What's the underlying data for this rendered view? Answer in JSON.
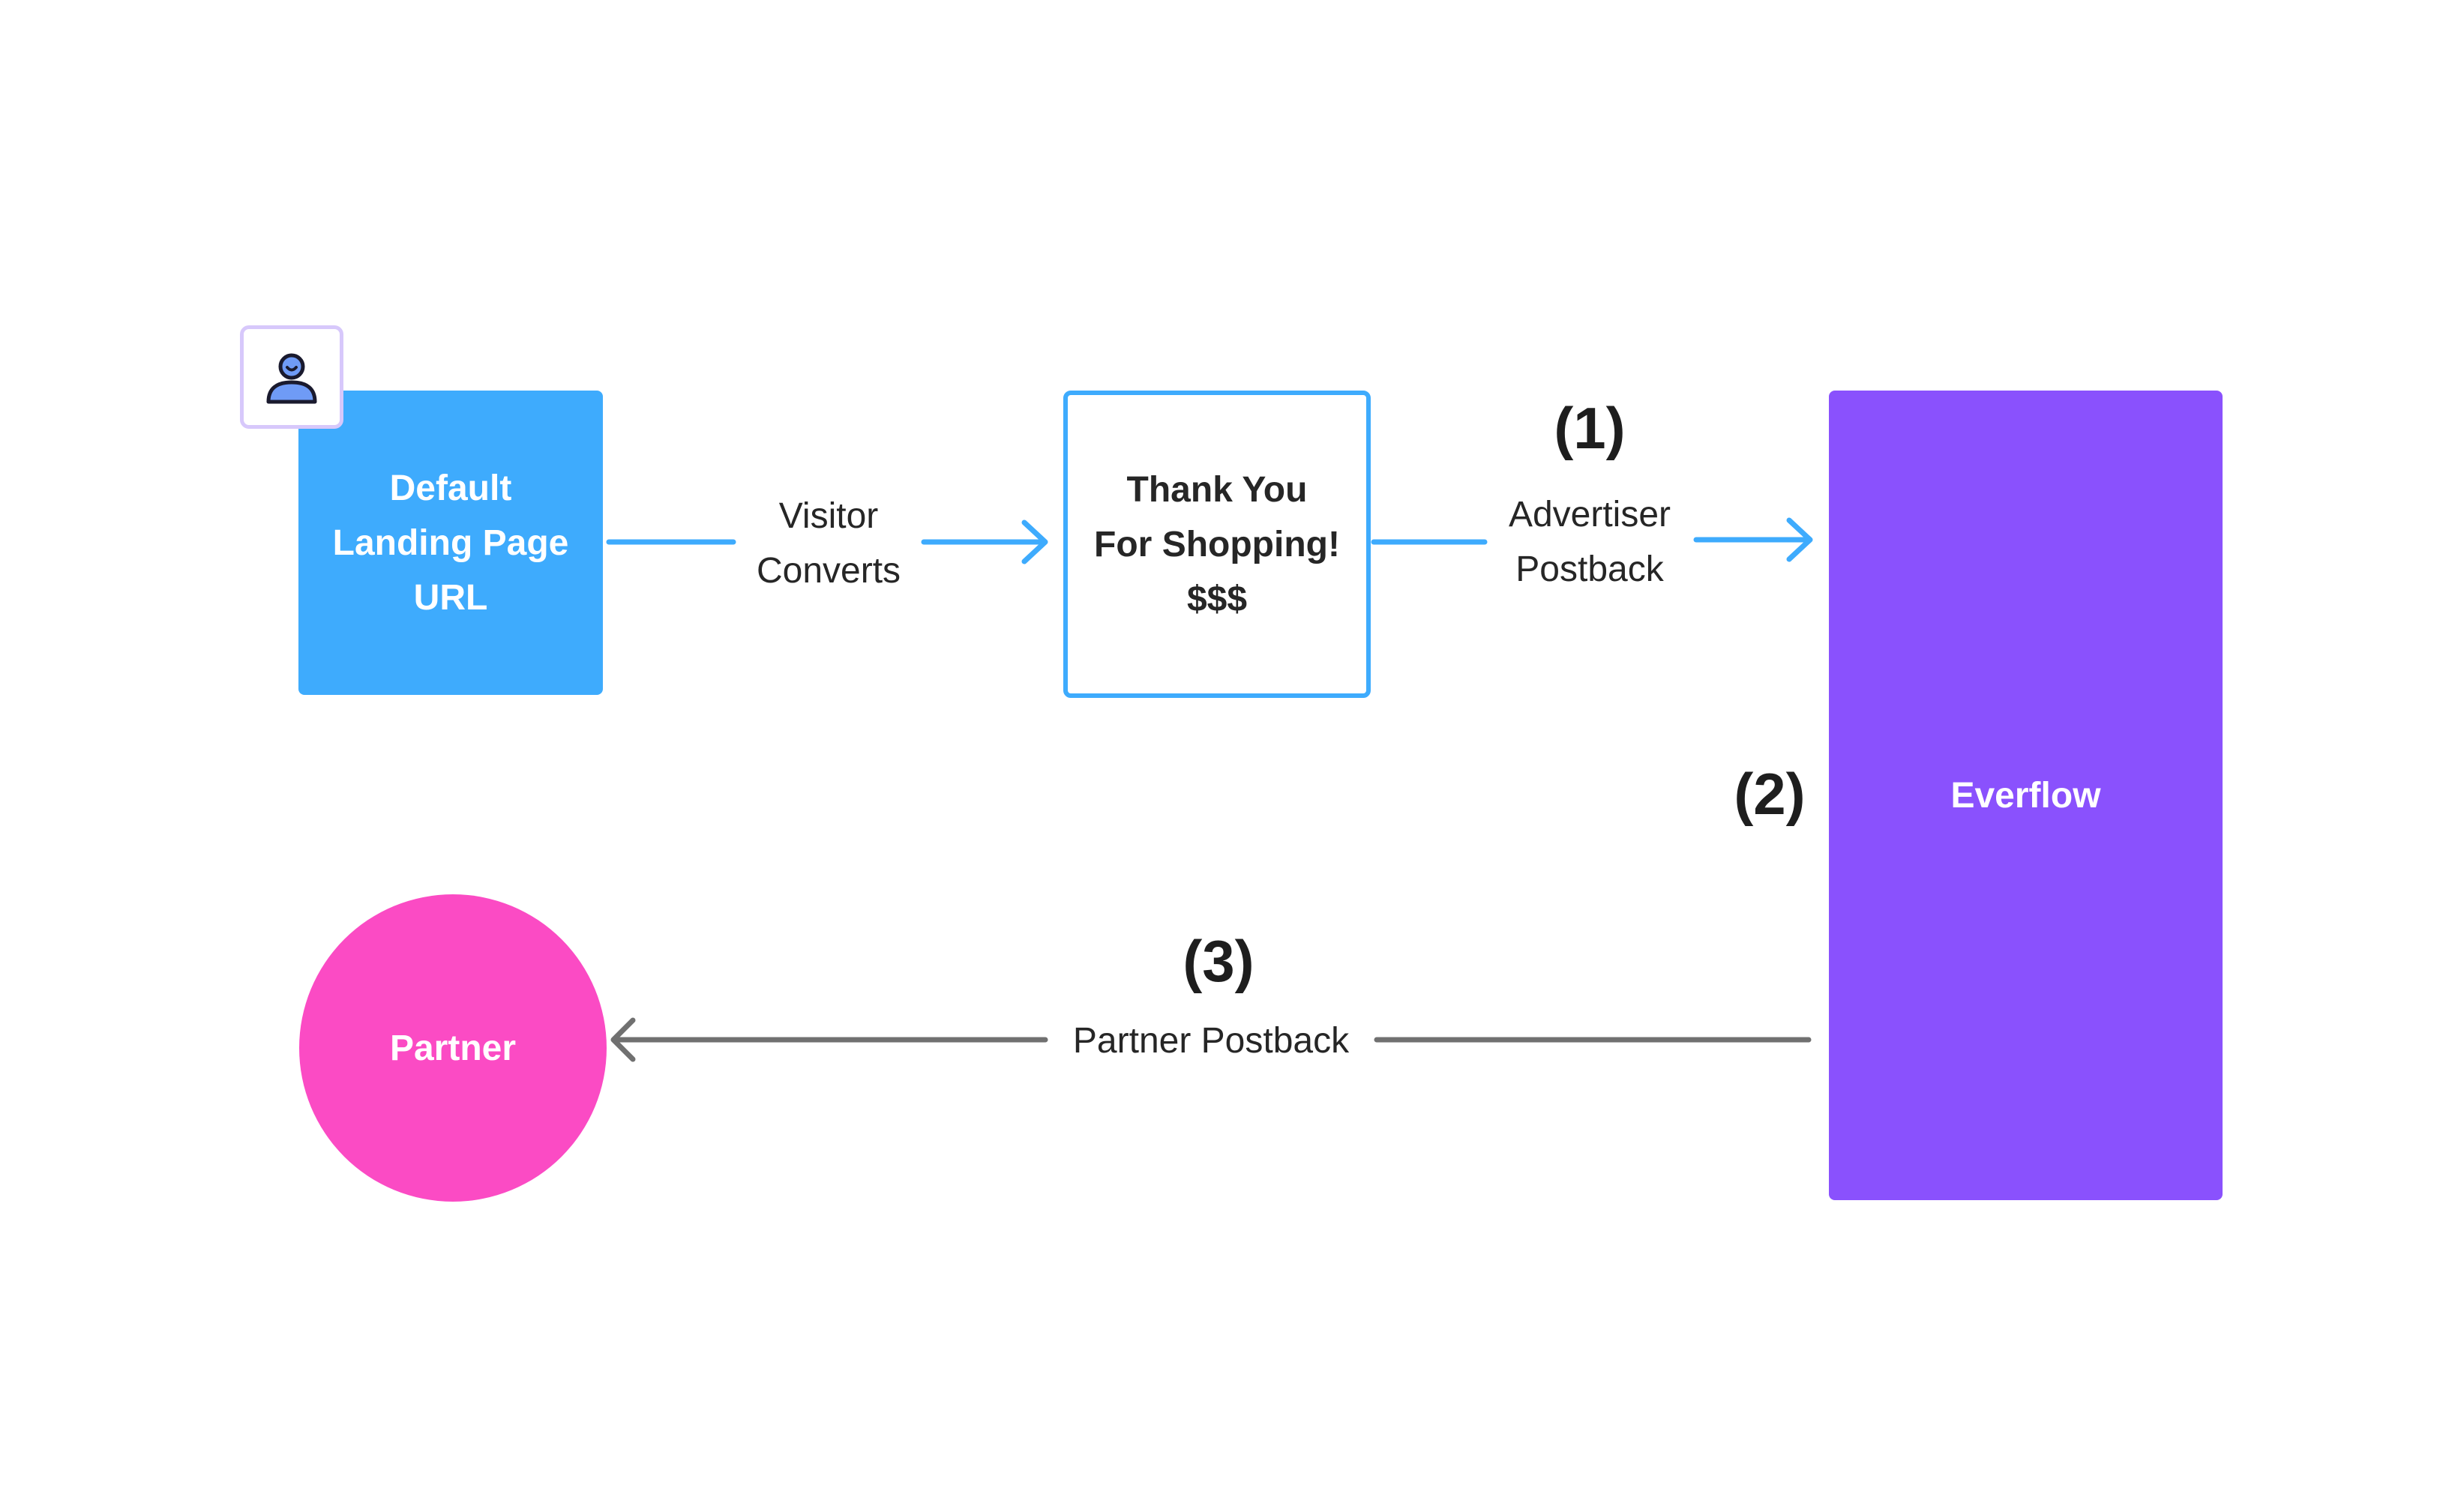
{
  "nodes": {
    "landing": "Default\nLanding Page\nURL",
    "thankyou": "Thank You\nFor Shopping!\n$$$",
    "everflow": "Everflow",
    "partner": "Partner"
  },
  "edges": {
    "visitor_converts": "Visitor\nConverts",
    "advertiser_postback": "Advertiser\nPostback",
    "partner_postback": "Partner Postback"
  },
  "steps": {
    "one": "(1)",
    "two": "(2)",
    "three": "(3)"
  },
  "icons": {
    "user": "person-icon"
  },
  "colors": {
    "blue": "#3eabfd",
    "purple": "#8a51fd",
    "pink": "#fb4bc4",
    "gray_arrow": "#707070"
  }
}
